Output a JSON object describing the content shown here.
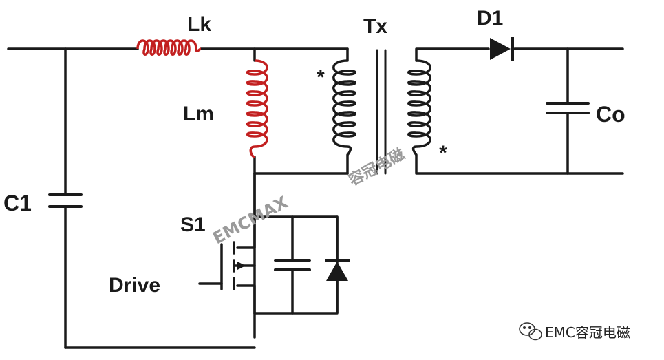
{
  "colors": {
    "wire": "#1a1a1a",
    "magnetizing_inductor": "#c21f1f",
    "leakage_inductor": "#c21f1f",
    "watermark": "#9a9a9a"
  },
  "labels": {
    "lk": "Lk",
    "lm": "Lm",
    "tx": "Tx",
    "d1": "D1",
    "co": "Co",
    "c1": "C1",
    "s1": "S1",
    "drive": "Drive",
    "primary_dot": "*",
    "secondary_dot": "*"
  },
  "watermarks": {
    "emcmax": "EMCMAX",
    "cn_brand": "容冠电磁"
  },
  "footer": {
    "brand_icon": "wechat-icon",
    "brand_text": "EMC容冠电磁"
  }
}
